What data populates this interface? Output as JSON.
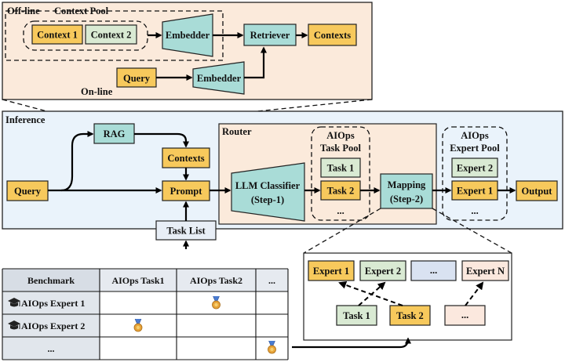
{
  "offline": {
    "label": "Off-line",
    "pool_label": "Context Pool",
    "context1": "Context 1",
    "context2": "Context 2",
    "embedder": "Embedder",
    "retriever": "Retriever",
    "contexts": "Contexts"
  },
  "online": {
    "label": "On-line",
    "query": "Query",
    "embedder": "Embedder"
  },
  "inference": {
    "label": "Inference",
    "query": "Query",
    "rag": "RAG",
    "contexts": "Contexts",
    "prompt": "Prompt",
    "task_list": "Task List",
    "output": "Output"
  },
  "router": {
    "label": "Router",
    "classifier_line1": "LLM Classifier",
    "classifier_line2": "(Step-1)",
    "task_pool_line1": "AIOps",
    "task_pool_line2": "Task Pool",
    "task1": "Task 1",
    "task2": "Task 2",
    "ellipsis": "...",
    "mapping_line1": "Mapping",
    "mapping_line2": "(Step-2)",
    "expert_pool_line1": "AIOps",
    "expert_pool_line2": "Expert Pool",
    "expert1": "Expert 1",
    "expert2": "Expert 2"
  },
  "mapping_detail": {
    "expert1": "Expert 1",
    "expert2": "Expert 2",
    "expert_dots": "...",
    "expertN": "Expert N",
    "task1": "Task 1",
    "task2": "Task 2",
    "task_dots": "..."
  },
  "table": {
    "headers": [
      "Benchmark",
      "AIOps Task1",
      "AIOps Task2",
      "..."
    ],
    "rows": [
      {
        "name": "AIOps Expert 1",
        "medal_col": 2
      },
      {
        "name": "AIOps Expert 2",
        "medal_col": 1
      },
      {
        "name": "...",
        "medal_col": 3
      }
    ]
  },
  "icons": {
    "graduate": "graduation-cap-icon",
    "medal": "medal-icon"
  },
  "colors": {
    "yellow": "#f7c95c",
    "teal": "#a9dcd7",
    "green": "#d9ead3",
    "blue_gray": "#d9e2f1",
    "peach": "#fbe8de",
    "inference_bg": "#eaf3fb",
    "router_bg": "#fbeadb"
  }
}
